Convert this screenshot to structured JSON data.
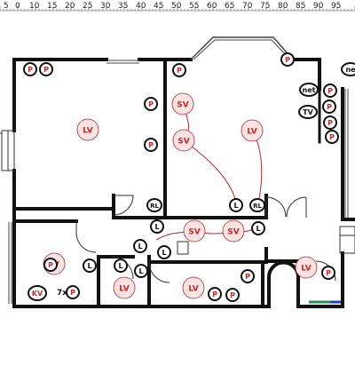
{
  "ruler": {
    "labels": [
      "5",
      "0",
      "10",
      "15",
      "20",
      "25",
      "30",
      "35",
      "40",
      "45",
      "50",
      "55",
      "60",
      "65",
      "70",
      "75",
      "80",
      "85",
      "90",
      "95"
    ]
  },
  "symbols": {
    "P": "P",
    "L": "L",
    "RL": "RL",
    "SV": "SV",
    "LV": "LV",
    "KV": "KV",
    "NET": "net",
    "TV": "TV",
    "NE": "ne",
    "MULT": "7x"
  },
  "colors": {
    "wall": "#111111",
    "outlet_ring": "#111111",
    "outlet_text": "#c62828",
    "wire": "#b02a2a",
    "light_fill": "#fbe3e3",
    "ground": "#2e8b57",
    "water": "#1f3fbf"
  }
}
